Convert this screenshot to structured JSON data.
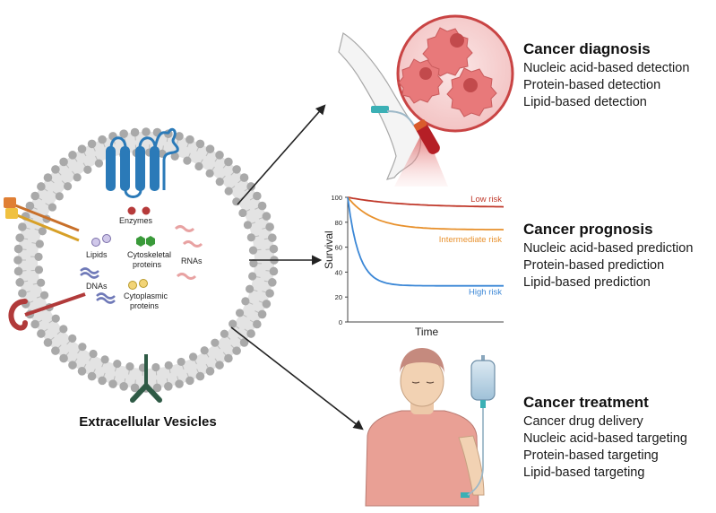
{
  "vesicle": {
    "title": "Extracellular Vesicles",
    "labels": {
      "enzymes": "Enzymes",
      "lipids": "Lipids",
      "cytoskeletal_1": "Cytoskeletal",
      "cytoskeletal_2": "proteins",
      "rnas": "RNAs",
      "dnas": "DNAs",
      "cytoplasmic_1": "Cytoplasmic",
      "cytoplasmic_2": "proteins"
    }
  },
  "panels": {
    "diagnosis": {
      "title": "Cancer diagnosis",
      "items": [
        "Nucleic acid-based detection",
        "Protein-based detection",
        "Lipid-based detection"
      ]
    },
    "prognosis": {
      "title": "Cancer prognosis",
      "items": [
        "Nucleic acid-based prediction",
        "Protein-based prediction",
        "Lipid-based prediction"
      ]
    },
    "treatment": {
      "title": "Cancer treatment",
      "items": [
        "Cancer drug delivery",
        "Nucleic acid-based targeting",
        "Protein-based targeting",
        "Lipid-based targeting"
      ]
    }
  },
  "chart_data": {
    "type": "line",
    "xlabel": "Time",
    "ylabel": "Survival",
    "ylim": [
      0,
      100
    ],
    "yticks": [
      "0",
      "20",
      "40",
      "60",
      "80",
      "100"
    ],
    "series": [
      {
        "name": "Low risk",
        "color": "#c0392b",
        "start": 100,
        "end": 92
      },
      {
        "name": "Intermediate risk",
        "color": "#e8912d",
        "start": 100,
        "end": 74
      },
      {
        "name": "High risk",
        "color": "#3b87d6",
        "start": 100,
        "end": 29
      }
    ]
  }
}
